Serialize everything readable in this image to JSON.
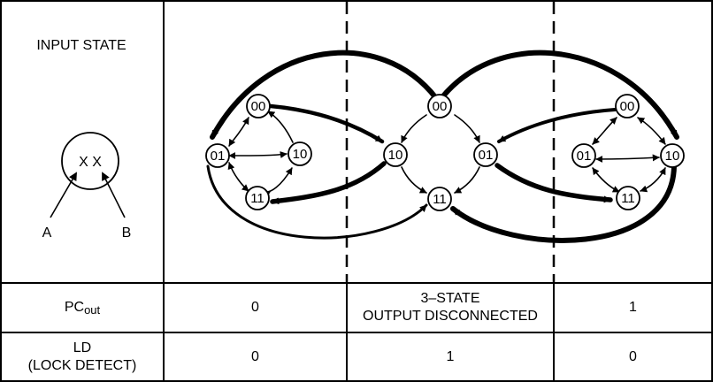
{
  "legend": {
    "title": "INPUT STATE",
    "node_text": "X X",
    "input_a": "A",
    "input_b": "B"
  },
  "diagram": {
    "nodes": [
      "00",
      "01",
      "10",
      "11"
    ]
  },
  "rows": {
    "pc_out": {
      "label_main": "PC",
      "label_sub": "out",
      "values": [
        "0",
        "3–STATE",
        "OUTPUT DISCONNECTED",
        "1"
      ]
    },
    "ld": {
      "label_line1": "LD",
      "label_line2": "(LOCK DETECT)",
      "values": [
        "0",
        "1",
        "0"
      ]
    }
  }
}
